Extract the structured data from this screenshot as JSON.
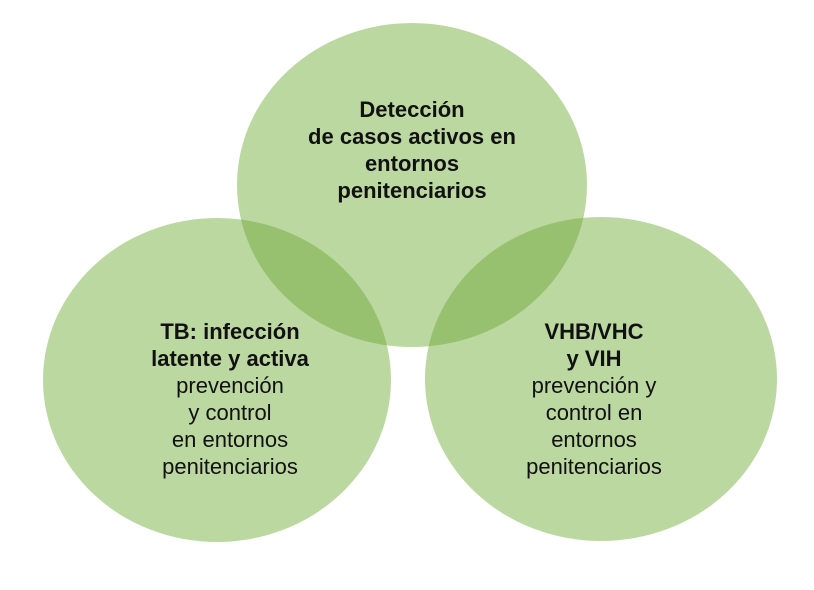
{
  "colors": {
    "circle_fill": "#b3d394",
    "circle_opacity": 0.88,
    "overlap_tint": "#8dbb61",
    "text": "#111111",
    "background": "#ffffff"
  },
  "circles": {
    "top": {
      "lines": [
        {
          "text": "Detección",
          "bold": true
        },
        {
          "text": "de casos activos en",
          "bold": true
        },
        {
          "text": "entornos",
          "bold": true
        },
        {
          "text": "penitenciarios",
          "bold": true
        }
      ]
    },
    "left": {
      "lines": [
        {
          "text": "TB: infección",
          "bold": true
        },
        {
          "text": "latente y activa",
          "bold": true
        },
        {
          "text": "prevención",
          "bold": false
        },
        {
          "text": "y control",
          "bold": false
        },
        {
          "text": "en entornos",
          "bold": false
        },
        {
          "text": "penitenciarios",
          "bold": false
        }
      ]
    },
    "right": {
      "lines": [
        {
          "text": "VHB/VHC",
          "bold": true
        },
        {
          "text": "y VIH",
          "bold": true
        },
        {
          "text": "prevención y",
          "bold": false
        },
        {
          "text": "control en",
          "bold": false
        },
        {
          "text": "entornos",
          "bold": false
        },
        {
          "text": "penitenciarios",
          "bold": false
        }
      ]
    }
  }
}
